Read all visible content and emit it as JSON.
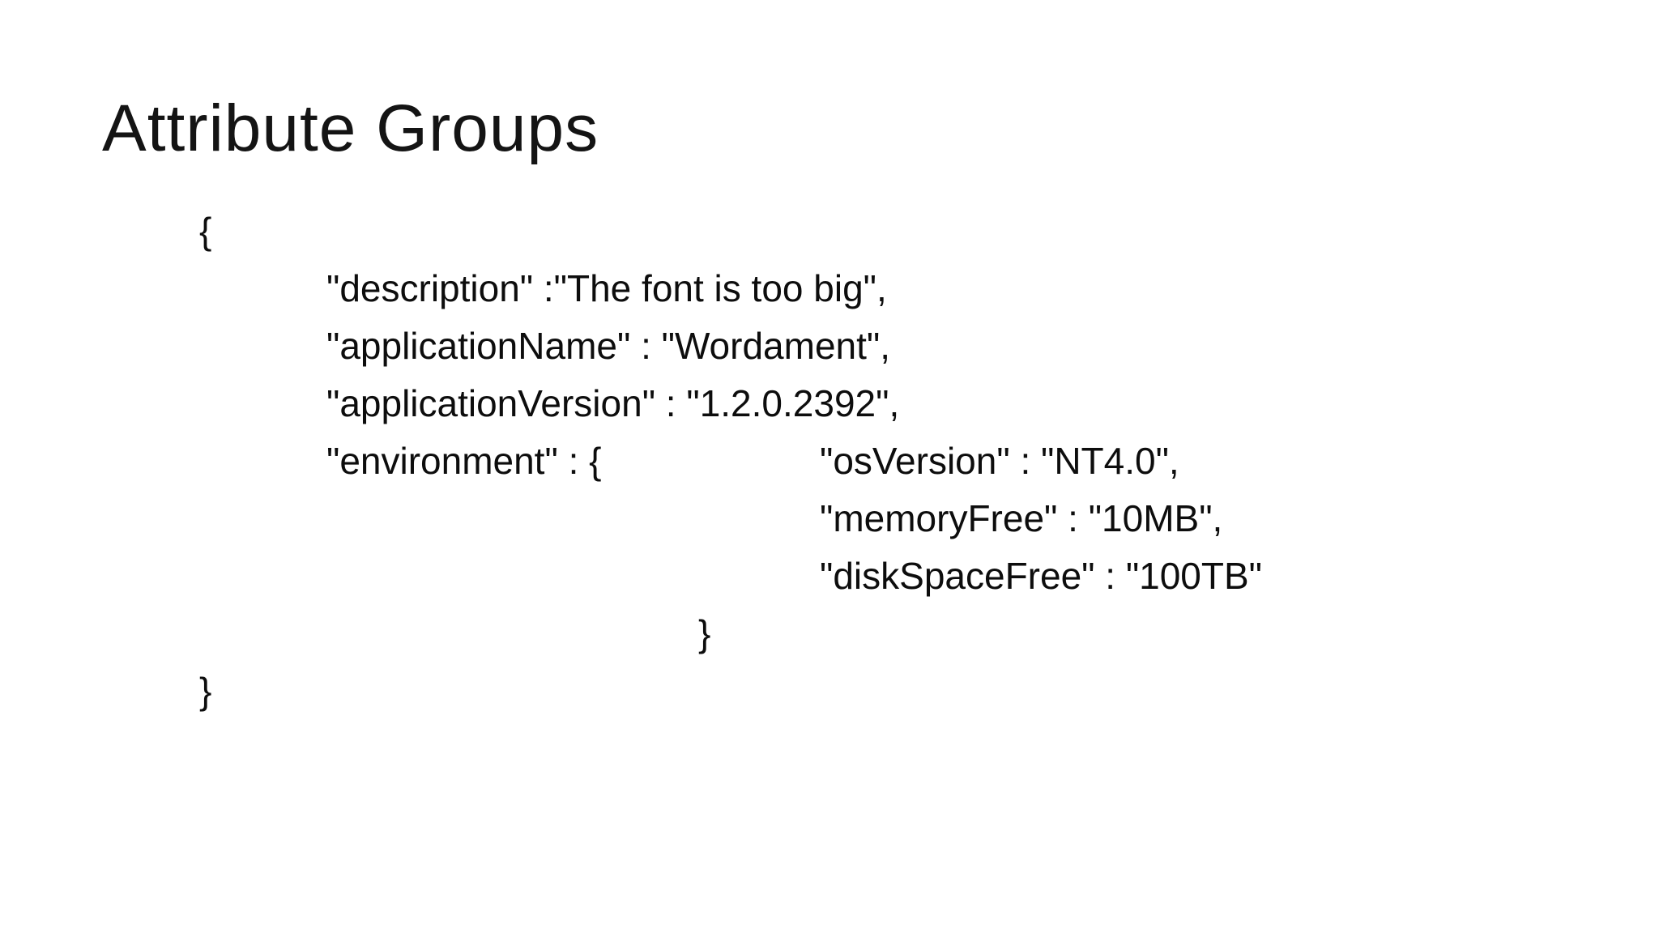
{
  "slide": {
    "title": "Attribute Groups",
    "colors": {
      "background": "#ffffff",
      "text": "#0d0d0d"
    }
  },
  "code": {
    "lines": [
      {
        "text": "{"
      },
      {
        "text": "\"description\" :\"The font is too big\","
      },
      {
        "text": "\"applicationName\" : \"Wordament\","
      },
      {
        "text": "\"applicationVersion\" : \"1.2.0.2392\","
      },
      {
        "text": "\"environment\" : {",
        "text2": "\"osVersion\" : \"NT4.0\","
      },
      {
        "text": "\"memoryFree\" : \"10MB\","
      },
      {
        "text": "\"diskSpaceFree\" : \"100TB\""
      },
      {
        "text": "}"
      },
      {
        "text": "}"
      }
    ]
  }
}
